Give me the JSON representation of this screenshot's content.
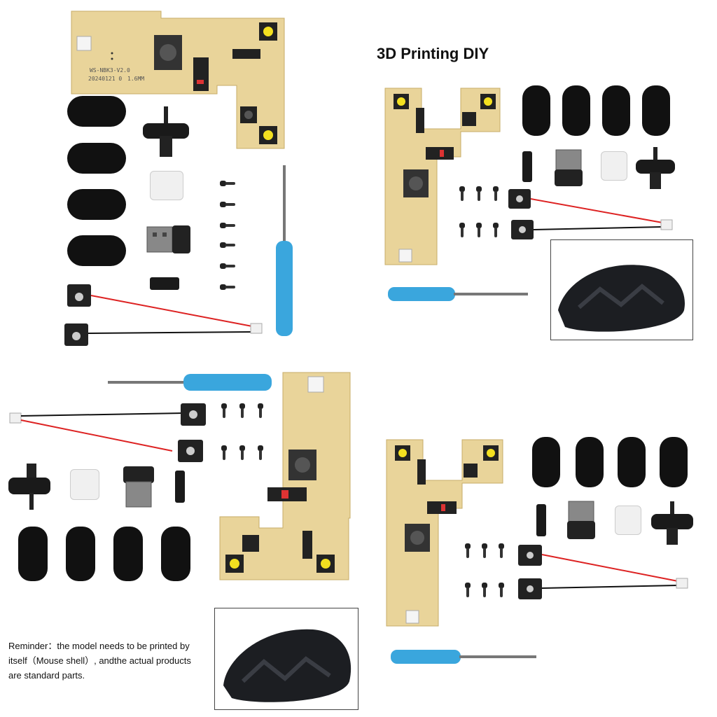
{
  "header": {
    "title": "3D Printing DIY"
  },
  "reminder": {
    "lines": [
      "Reminder：the model needs to be printed by",
      "itself（Mouse shell）, andthe actual products",
      "are standard parts."
    ]
  },
  "pcb": {
    "model_label": "WS-NBK3-V2.0",
    "date_label": "20240121 0",
    "thickness_label": "1.6MM"
  },
  "colors": {
    "pcb": "#e9d49a",
    "screwdriver": "#3aa6dd",
    "pads": "#111111",
    "wire_red": "#d22",
    "wire_black": "#111"
  },
  "icons": [
    "screwdriver-icon",
    "mouse-shell-icon",
    "usb-receiver-icon",
    "scroll-wheel-icon",
    "skate-pad-icon"
  ]
}
